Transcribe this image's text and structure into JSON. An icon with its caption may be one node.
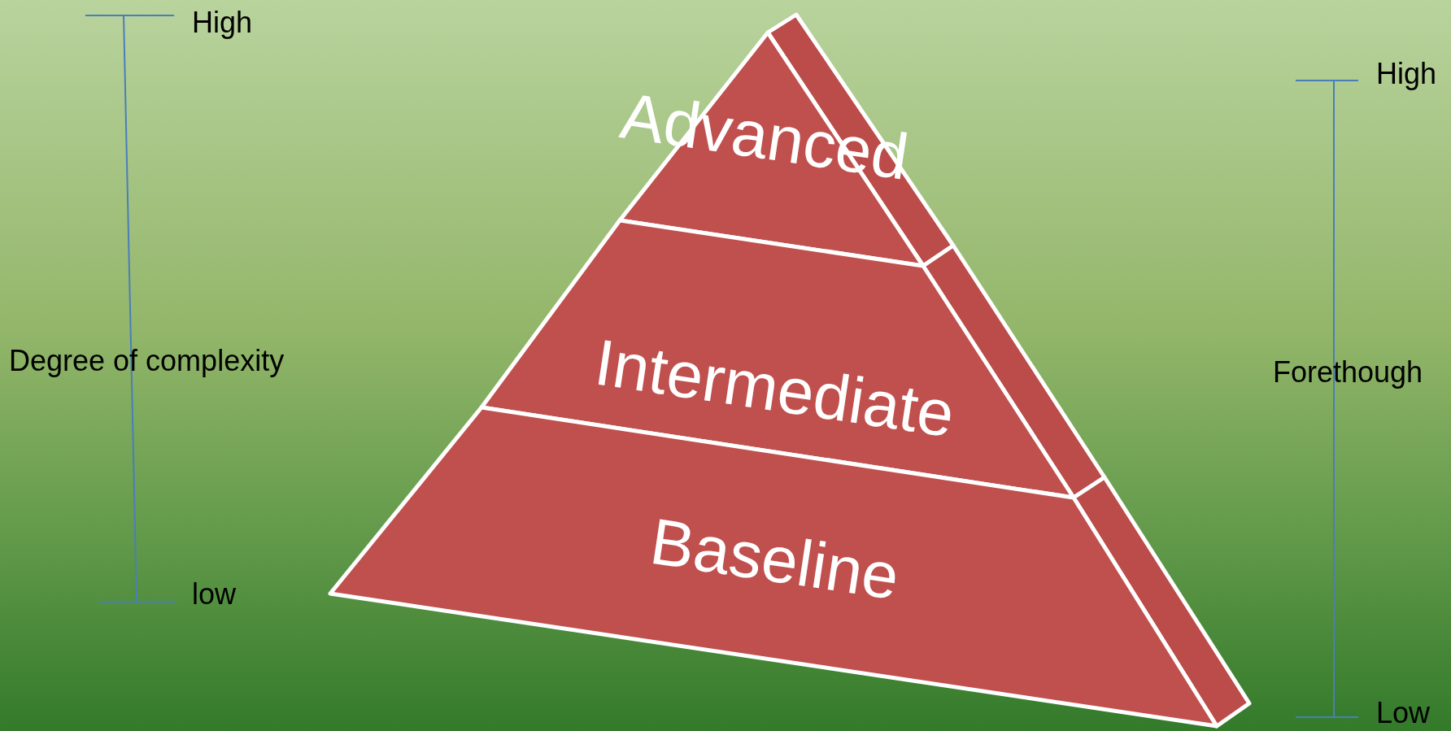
{
  "diagram": {
    "nodes": [
      {
        "text": [
          "Advanced"
        ]
      },
      {
        "text": [
          "Intermediate"
        ]
      },
      {
        "text": [
          "Baseline"
        ]
      }
    ],
    "labels": [
      "High",
      "Degree of complexity",
      "low",
      "High",
      "Forethough",
      "Low"
    ]
  }
}
